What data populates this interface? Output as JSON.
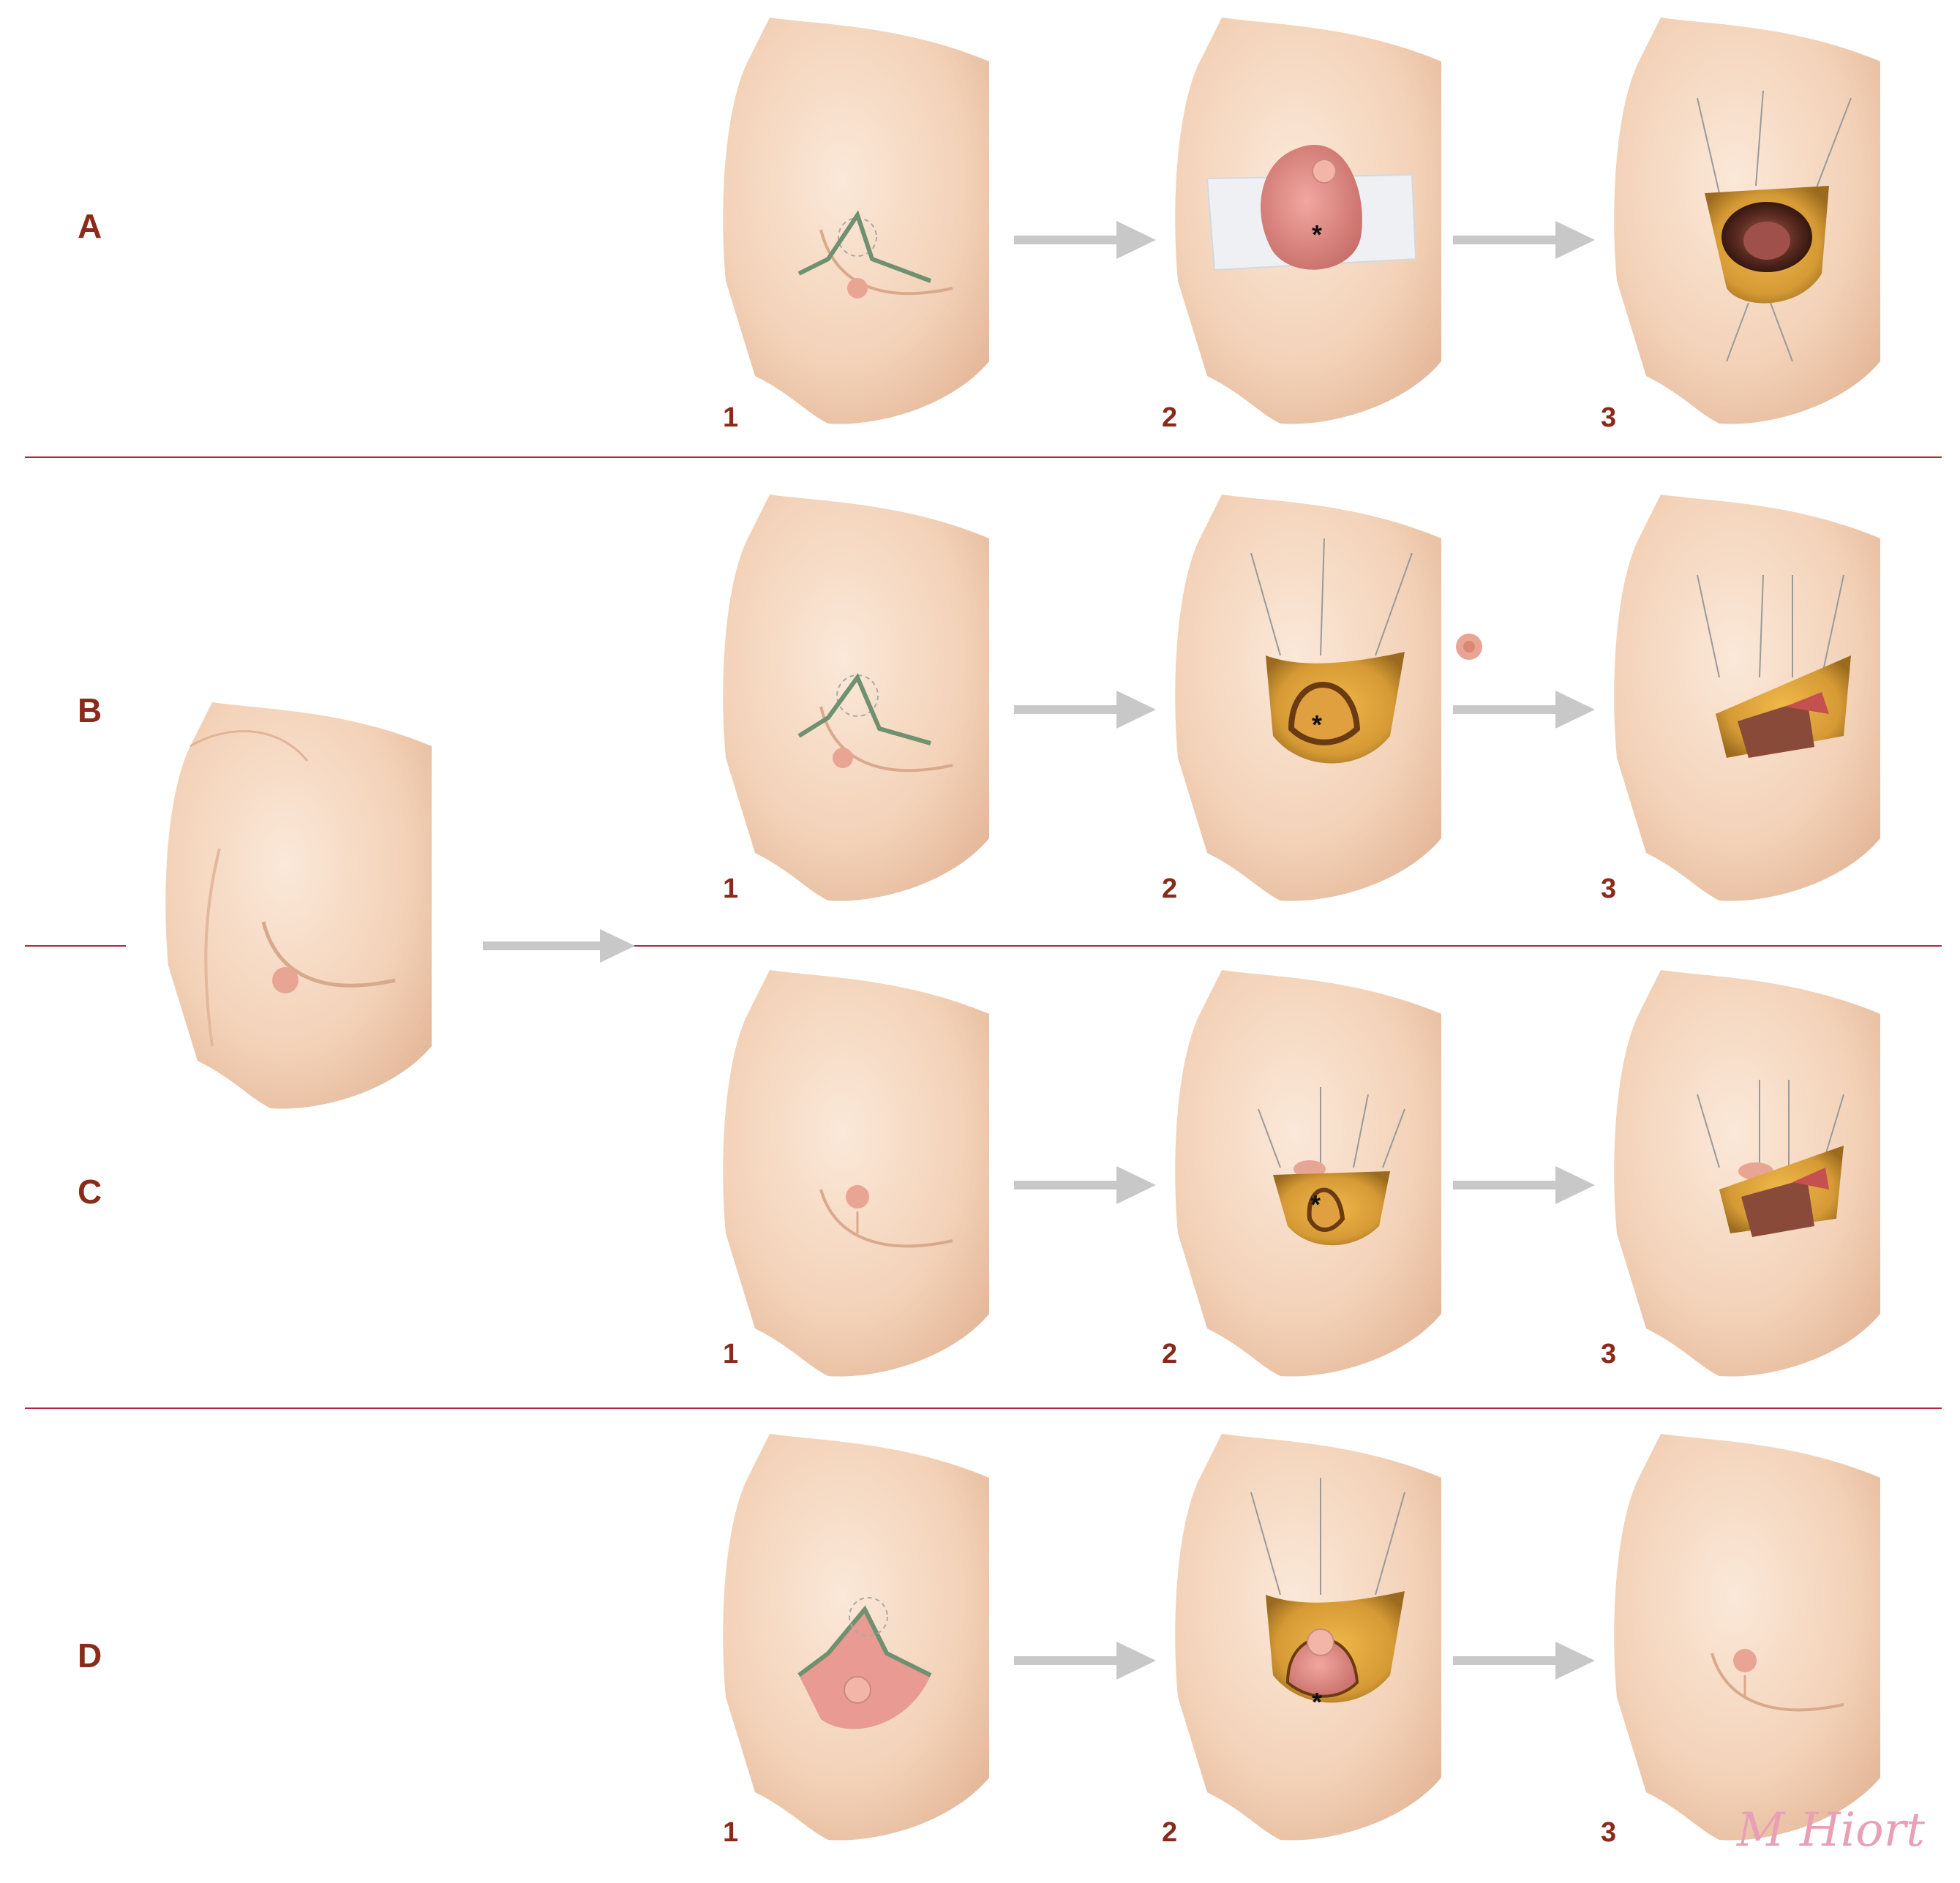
{
  "rows": [
    {
      "label": "A",
      "steps": [
        "1",
        "2",
        "3"
      ]
    },
    {
      "label": "B",
      "steps": [
        "1",
        "2",
        "3"
      ]
    },
    {
      "label": "C",
      "steps": [
        "1",
        "2",
        "3"
      ]
    },
    {
      "label": "D",
      "steps": [
        "1",
        "2",
        "3"
      ]
    }
  ],
  "markers": {
    "asterisk": "*"
  },
  "signature": "M Hiort",
  "colors": {
    "label": "#8a2a1a",
    "divider": "#b3263d",
    "arrow": "#c8c8c8",
    "skin": "#f3d2b8",
    "skin_shadow": "#d9a98c",
    "incision": "#6f9170",
    "fat": "#d9a03a",
    "muscle": "#8a4a3a",
    "gland": "#e08a86",
    "signature": "#e8a0b4"
  }
}
